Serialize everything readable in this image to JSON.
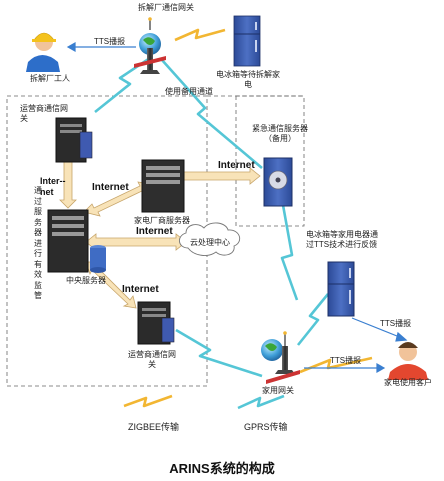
{
  "title": "ARINS系统的构成",
  "nodes": {
    "dismantle_gateway": "拆解厂通信网关",
    "dismantle_worker": "拆解厂工人",
    "fridge_waiting": "电冰箱等待拆解家电",
    "backup_channel": "使用备用通道",
    "carrier_gateway_top": "运营商通信网关",
    "emergency_server": "紧急通信服务器（备用）",
    "appliance_server": "家电厂商服务器",
    "cloud_center": "云处理中心",
    "central_server": "中央服务器",
    "carrier_gateway_bottom": "运营商通信网关",
    "fridge_feedback": "电冰箱等家用电器通过TTS技术进行反馈",
    "home_gateway": "家用网关",
    "customer": "家电使用客户"
  },
  "monitor_text": "通过服务器进行有效监管",
  "links": {
    "tts_worker": "TTS播报",
    "tts_fridge": "TTS播报",
    "tts_customer": "TTS播报",
    "internet_emergency": "Internet",
    "internet_appliance": "Internet",
    "internet_cloud": "Internet",
    "internet_carrier": "Internet",
    "internet_vertical": "Inter--net"
  },
  "legend": {
    "zigbee": "ZIGBEE传输",
    "gprs": "GPRS传输"
  },
  "colors": {
    "zigbee": "#f2b632",
    "gprs": "#55c6d6",
    "server_blue": "#2f4f9e",
    "arrow_fill": "#f8e3b8",
    "arrow_stroke": "#c7a56a"
  }
}
